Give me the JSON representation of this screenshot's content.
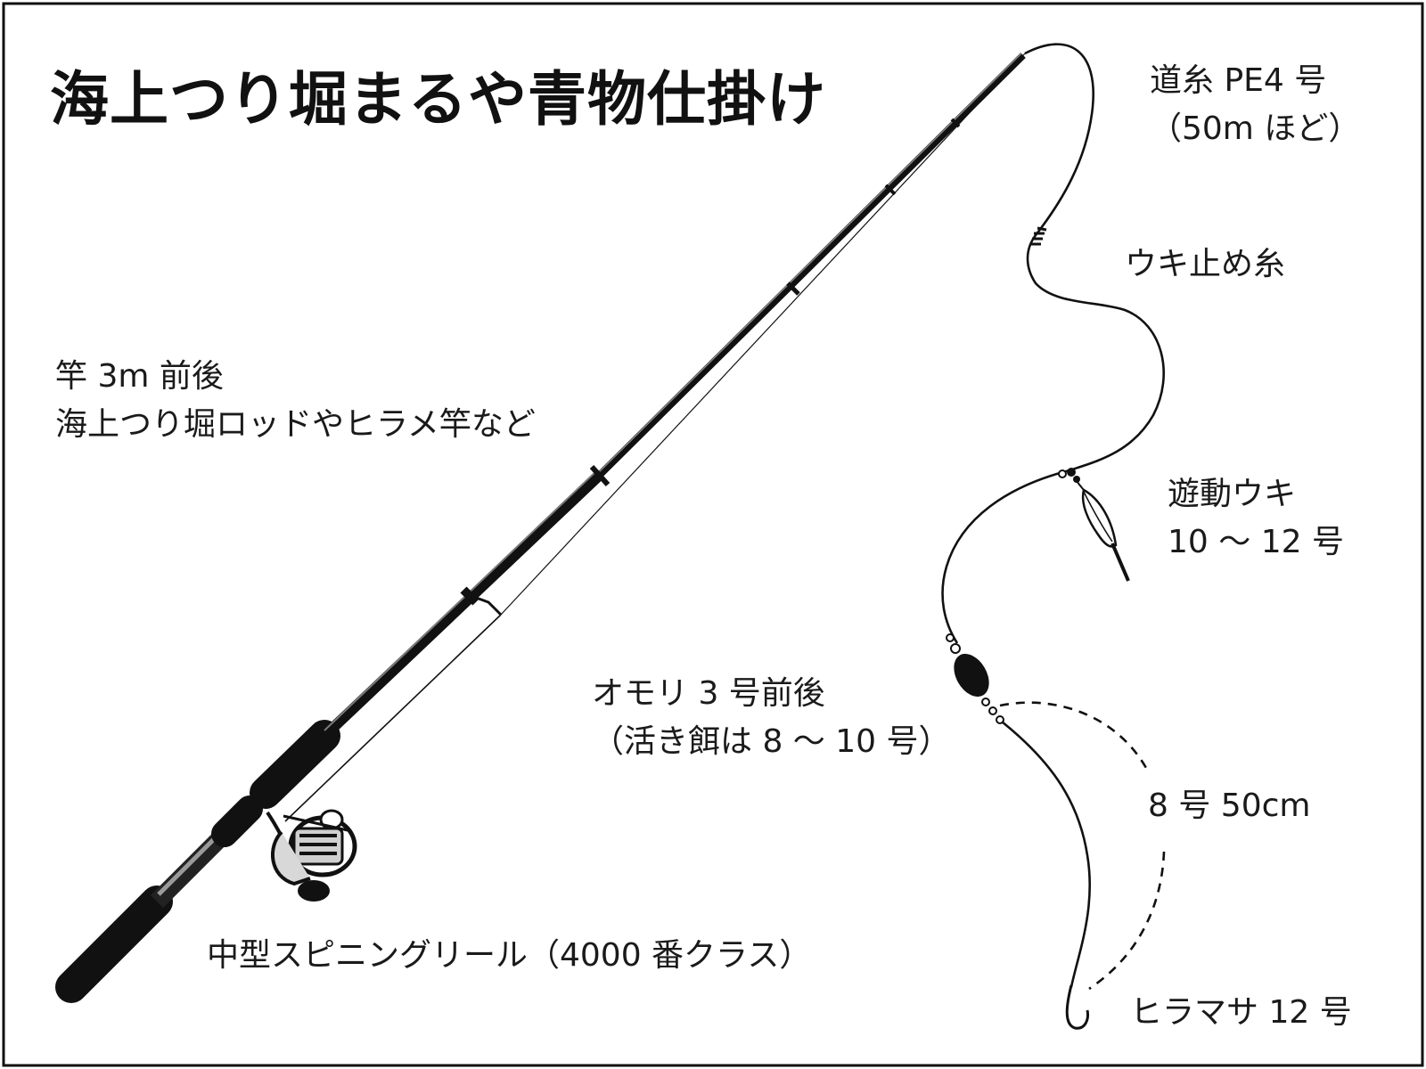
{
  "title": "海上つり堀まるや青物仕掛け",
  "labels": {
    "mainline": [
      "道糸 PE4 号",
      "（50m ほど）"
    ],
    "float_stop": "ウキ止め糸",
    "float": [
      "遊動ウキ",
      "10 ～ 12 号"
    ],
    "rod": [
      "竿 3m 前後",
      "海上つり堀ロッドやヒラメ竿など"
    ],
    "sinker": [
      "オモリ 3 号前後",
      "（活き餌は 8 ～ 10 号）"
    ],
    "leader": "8 号 50cm",
    "hook": "ヒラマサ 12 号",
    "reel": "中型スピニングリール（4000 番クラス）"
  },
  "icons": {
    "rod": "fishing-rod-icon",
    "reel": "spinning-reel-icon",
    "float": "float-icon",
    "sinker": "sinker-icon",
    "hook": "hook-icon"
  }
}
